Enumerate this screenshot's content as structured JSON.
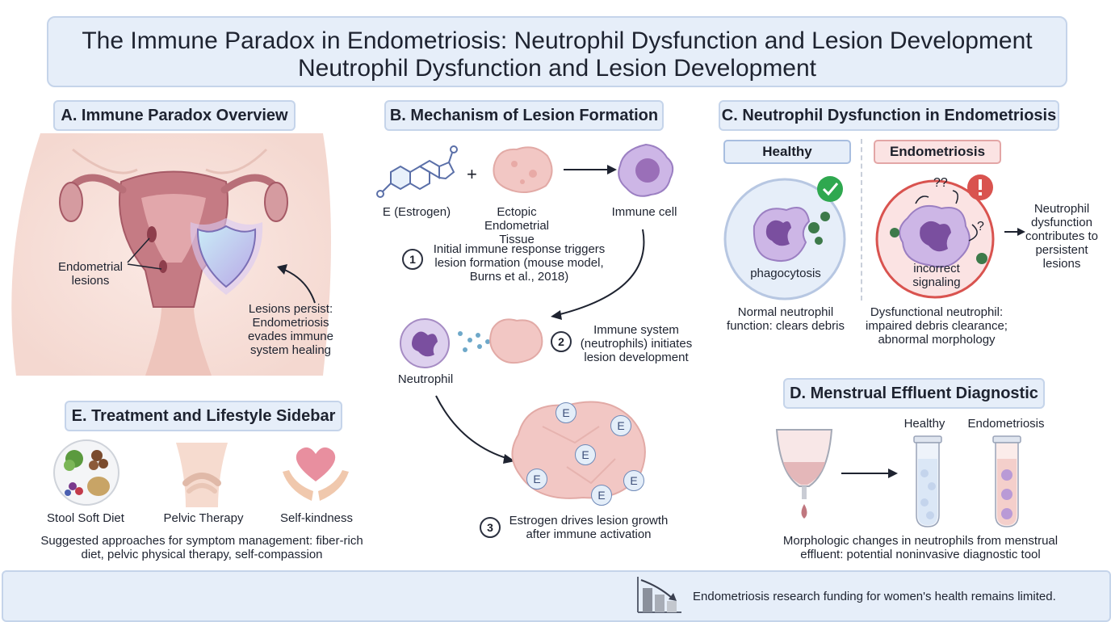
{
  "title": {
    "line1": "The Immune Paradox in Endometriosis: Neutrophil Dysfunction and Lesion Development",
    "line2": "Neutrophil Dysfunction and Lesion Development"
  },
  "sectionA": {
    "heading": "A. Immune Paradox Overview",
    "lesions_label": "Endometrial lesions",
    "persist_label": "Lesions persist: Endometriosis evades immune system healing"
  },
  "sectionB": {
    "heading": "B. Mechanism of Lesion Formation",
    "estrogen_label": "E (Estrogen)",
    "plus": "+",
    "tissue_label": "Ectopic Endometrial Tissue",
    "immune_label": "Immune cell",
    "step1_num": "1",
    "step1_text": "Initial immune response triggers lesion formation (mouse model, Burns et al., 2018)",
    "neutrophil_label": "Neutrophil",
    "step2_num": "2",
    "step2_text": "Immune system (neutrophils) initiates lesion development",
    "e_marker": "E",
    "step3_num": "3",
    "step3_text": "Estrogen drives lesion growth after immune activation"
  },
  "sectionC": {
    "heading": "C. Neutrophil Dysfunction in Endometriosis",
    "healthy_head": "Healthy",
    "endo_head": "Endometriosis",
    "phago_label": "phagocytosis",
    "healthy_desc": "Normal neutrophil function: clears debris",
    "q1": "??",
    "q2": "?",
    "incorrect_label": "incorrect signaling",
    "endo_desc": "Dysfunctional neutrophil: impaired debris clearance; abnormal morphology",
    "contributes": "Neutrophil dysfunction contributes to persistent lesions"
  },
  "sectionD": {
    "heading": "D. Menstrual Effluent Diagnostic",
    "healthy_label": "Healthy",
    "endo_label": "Endometriosis",
    "desc": "Morphologic changes in neutrophils from menstrual effluent: potential noninvasive diagnostic tool"
  },
  "sectionE": {
    "heading": "E. Treatment and Lifestyle Sidebar",
    "item1": "Stool Soft Diet",
    "item2": "Pelvic Therapy",
    "item3": "Self-kindness",
    "desc": "Suggested approaches for symptom management: fiber-rich diet, pelvic physical therapy, self-compassion"
  },
  "footer": {
    "text": "Endometriosis research funding for women's health remains limited."
  },
  "colors": {
    "header_bg": "#e6eef9",
    "tissue_pink": "#f2c7c4",
    "neutrophil_purple": "#a68cc4",
    "endo_red": "#d9534f",
    "healthy_green": "#2fa84f"
  }
}
